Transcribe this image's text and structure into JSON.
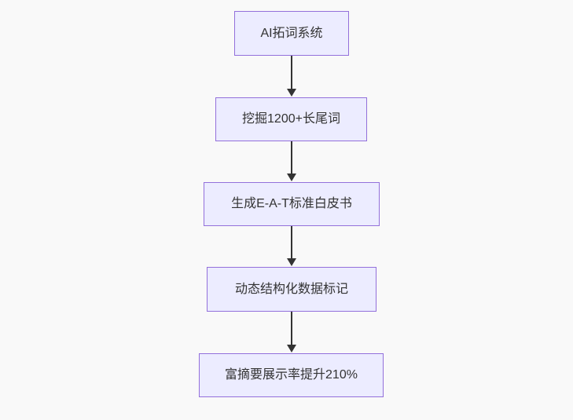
{
  "diagram": {
    "type": "flowchart",
    "direction": "top-down",
    "background_color": "#f9f9f9",
    "node_style": {
      "fill": "#ECECFF",
      "border_color": "#9370DB",
      "text_color": "#333333"
    },
    "arrow_color": "#333333",
    "nodes": [
      {
        "id": "n1",
        "label": "AI拓词系统"
      },
      {
        "id": "n2",
        "label": "挖掘1200+长尾词"
      },
      {
        "id": "n3",
        "label": "生成E-A-T标准白皮书"
      },
      {
        "id": "n4",
        "label": "动态结构化数据标记"
      },
      {
        "id": "n5",
        "label": "富摘要展示率提升210%"
      }
    ],
    "edges": [
      {
        "from": "n1",
        "to": "n2"
      },
      {
        "from": "n2",
        "to": "n3"
      },
      {
        "from": "n3",
        "to": "n4"
      },
      {
        "from": "n4",
        "to": "n5"
      }
    ]
  }
}
